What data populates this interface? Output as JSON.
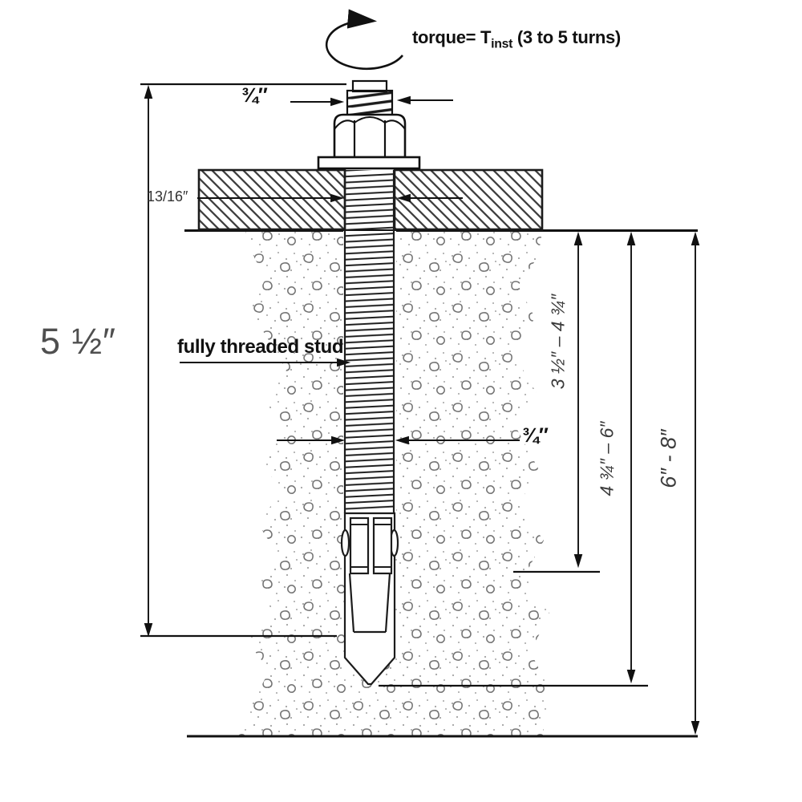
{
  "diagram": {
    "title_semantic": "wedge anchor installation diagram",
    "torque_note": {
      "prefix": "torque= T",
      "subscript": "inst",
      "suffix": " (3 to 5 turns)"
    },
    "callouts": {
      "stud": "fully threaded stud"
    },
    "dimensions": {
      "stud_diameter_top": "¾″",
      "fixture_thickness": "13/16″",
      "overall_length": "5 ½″",
      "stud_diameter_embedded": "¾″",
      "embedment_range": "3 ½″ – 4 ¾″",
      "hole_depth_range": "4 ¾″ – 6″",
      "base_thickness_range": "6″ - 8″"
    },
    "colors": {
      "line": "#111111",
      "dim_text": "#3c3c3c",
      "large_dim_text": "#4f4f4f",
      "texture": "#8a8a8a",
      "background": "#ffffff"
    }
  }
}
